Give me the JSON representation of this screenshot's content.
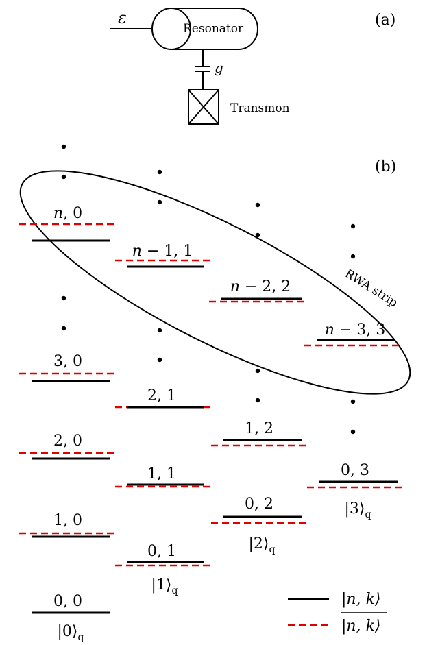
{
  "panel_a": {
    "label": "(a)",
    "drive_symbol": "ε",
    "resonator_label": "Resonator",
    "coupling_label": "g",
    "transmon_label": "Transmon"
  },
  "panel_b": {
    "label": "(b)",
    "rwa_label": "RWA strip",
    "level_labels": {
      "n_0": "n, 0",
      "n1_1": "n − 1, 1",
      "n2_2": "n − 2, 2",
      "n3_3": "n − 3, 3",
      "l30": "3, 0",
      "l20": "2, 0",
      "l10": "1, 0",
      "l00": "0, 0",
      "l21": "2, 1",
      "l11": "1, 1",
      "l01": "0, 1",
      "l12": "1, 2",
      "l02": "0, 2",
      "l03": "0, 3"
    },
    "qubit_labels": {
      "q0": "|0⟩",
      "q1": "|1⟩",
      "q2": "|2⟩",
      "q3": "|3⟩",
      "sub": "q"
    },
    "legend": {
      "solid_label": "|n, k⟩",
      "dashed_label": "|n, k⟩"
    }
  },
  "colors": {
    "bare": "#000000",
    "dressed": "#e00000"
  }
}
